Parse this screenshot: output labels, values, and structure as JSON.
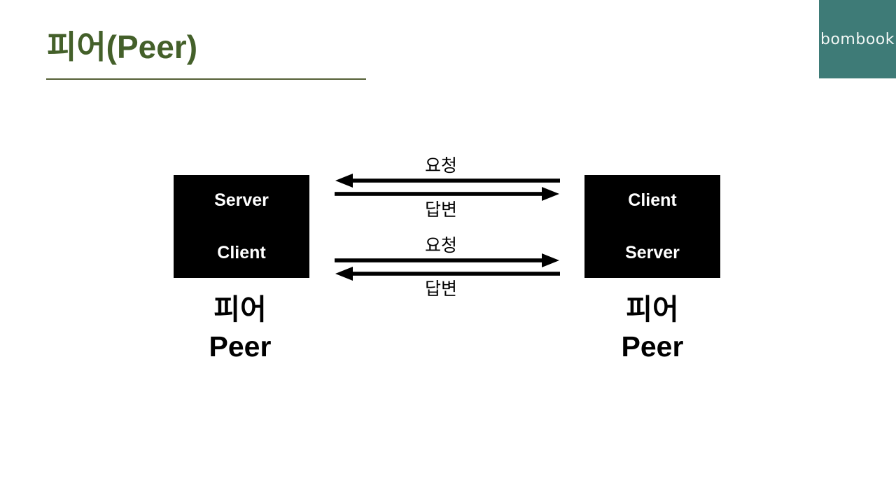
{
  "title": {
    "text": "피어(Peer)"
  },
  "logo": {
    "text": "bombook"
  },
  "colors": {
    "title_green": "#44602a",
    "underline_green": "#556036",
    "logo_teal": "#3e7b77",
    "box_background": "#000000",
    "box_text": "#ffffff",
    "arrow_black": "#000000",
    "page_background": "#ffffff"
  },
  "peers": {
    "left": {
      "roles": [
        "Server",
        "Client"
      ],
      "label_ko": "피어",
      "label_en": "Peer"
    },
    "right": {
      "roles": [
        "Client",
        "Server"
      ],
      "label_ko": "피어",
      "label_en": "Peer"
    }
  },
  "messages": {
    "top": {
      "request": "요청",
      "request_direction": "left",
      "reply": "답변",
      "reply_direction": "right"
    },
    "bottom": {
      "request": "요청",
      "request_direction": "right",
      "reply": "답변",
      "reply_direction": "left"
    }
  }
}
